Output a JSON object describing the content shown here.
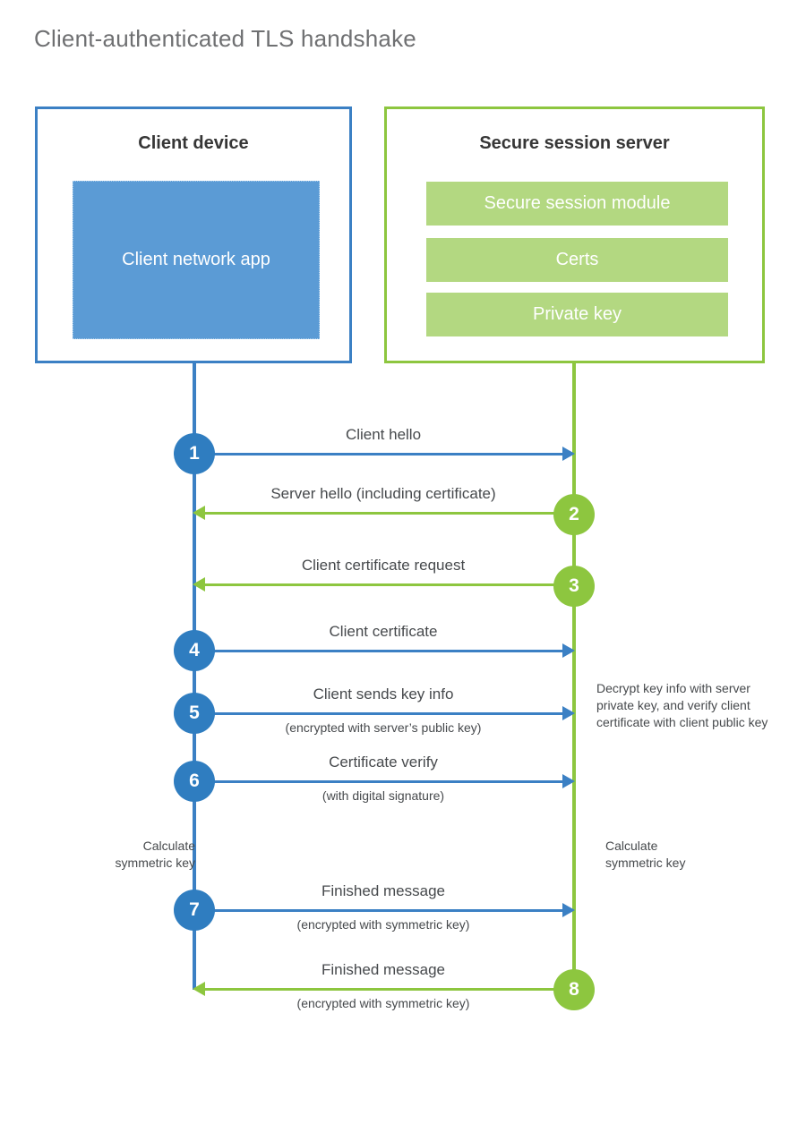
{
  "title": "Client-authenticated TLS handshake",
  "colors": {
    "client_blue": "#3b80c4",
    "client_app_fill": "#5b9bd5",
    "server_green": "#8dc63f",
    "server_bar_fill": "#b3d881",
    "step_circle_blue": "#2f7dc0",
    "text_dark": "#46494c",
    "title_gray": "#6f7072"
  },
  "client": {
    "title": "Client device",
    "app_label": "Client network\napp"
  },
  "server": {
    "title": "Secure session server",
    "bars": [
      {
        "label": "Secure session module"
      },
      {
        "label": "Certs"
      },
      {
        "label": "Private key"
      }
    ]
  },
  "notes": {
    "decrypt": "Decrypt key info with server private key, and verify client certificate with client public key",
    "calculate_client": "Calculate\nsymmetric key",
    "calculate_server": "Calculate\nsymmetric key"
  },
  "chart_data": {
    "type": "diagram",
    "diagram_kind": "sequence",
    "participants": [
      "Client device",
      "Secure session server"
    ],
    "messages": [
      {
        "step": "1",
        "label": "Client hello",
        "sublabel": "",
        "direction": "client-to-server",
        "origin": "client"
      },
      {
        "step": "2",
        "label": "Server hello (including certificate)",
        "sublabel": "",
        "direction": "server-to-client",
        "origin": "server"
      },
      {
        "step": "3",
        "label": "Client certificate request",
        "sublabel": "",
        "direction": "server-to-client",
        "origin": "server"
      },
      {
        "step": "4",
        "label": "Client certificate",
        "sublabel": "",
        "direction": "client-to-server",
        "origin": "client"
      },
      {
        "step": "5",
        "label": "Client sends key info",
        "sublabel": "(encrypted with server’s public key)",
        "direction": "client-to-server",
        "origin": "client"
      },
      {
        "step": "6",
        "label": "Certificate verify",
        "sublabel": "(with digital signature)",
        "direction": "client-to-server",
        "origin": "client"
      },
      {
        "step": "7",
        "label": "Finished message",
        "sublabel": "(encrypted with symmetric key)",
        "direction": "client-to-server",
        "origin": "client"
      },
      {
        "step": "8",
        "label": "Finished message",
        "sublabel": "(encrypted with symmetric key)",
        "direction": "server-to-client",
        "origin": "server"
      }
    ]
  }
}
